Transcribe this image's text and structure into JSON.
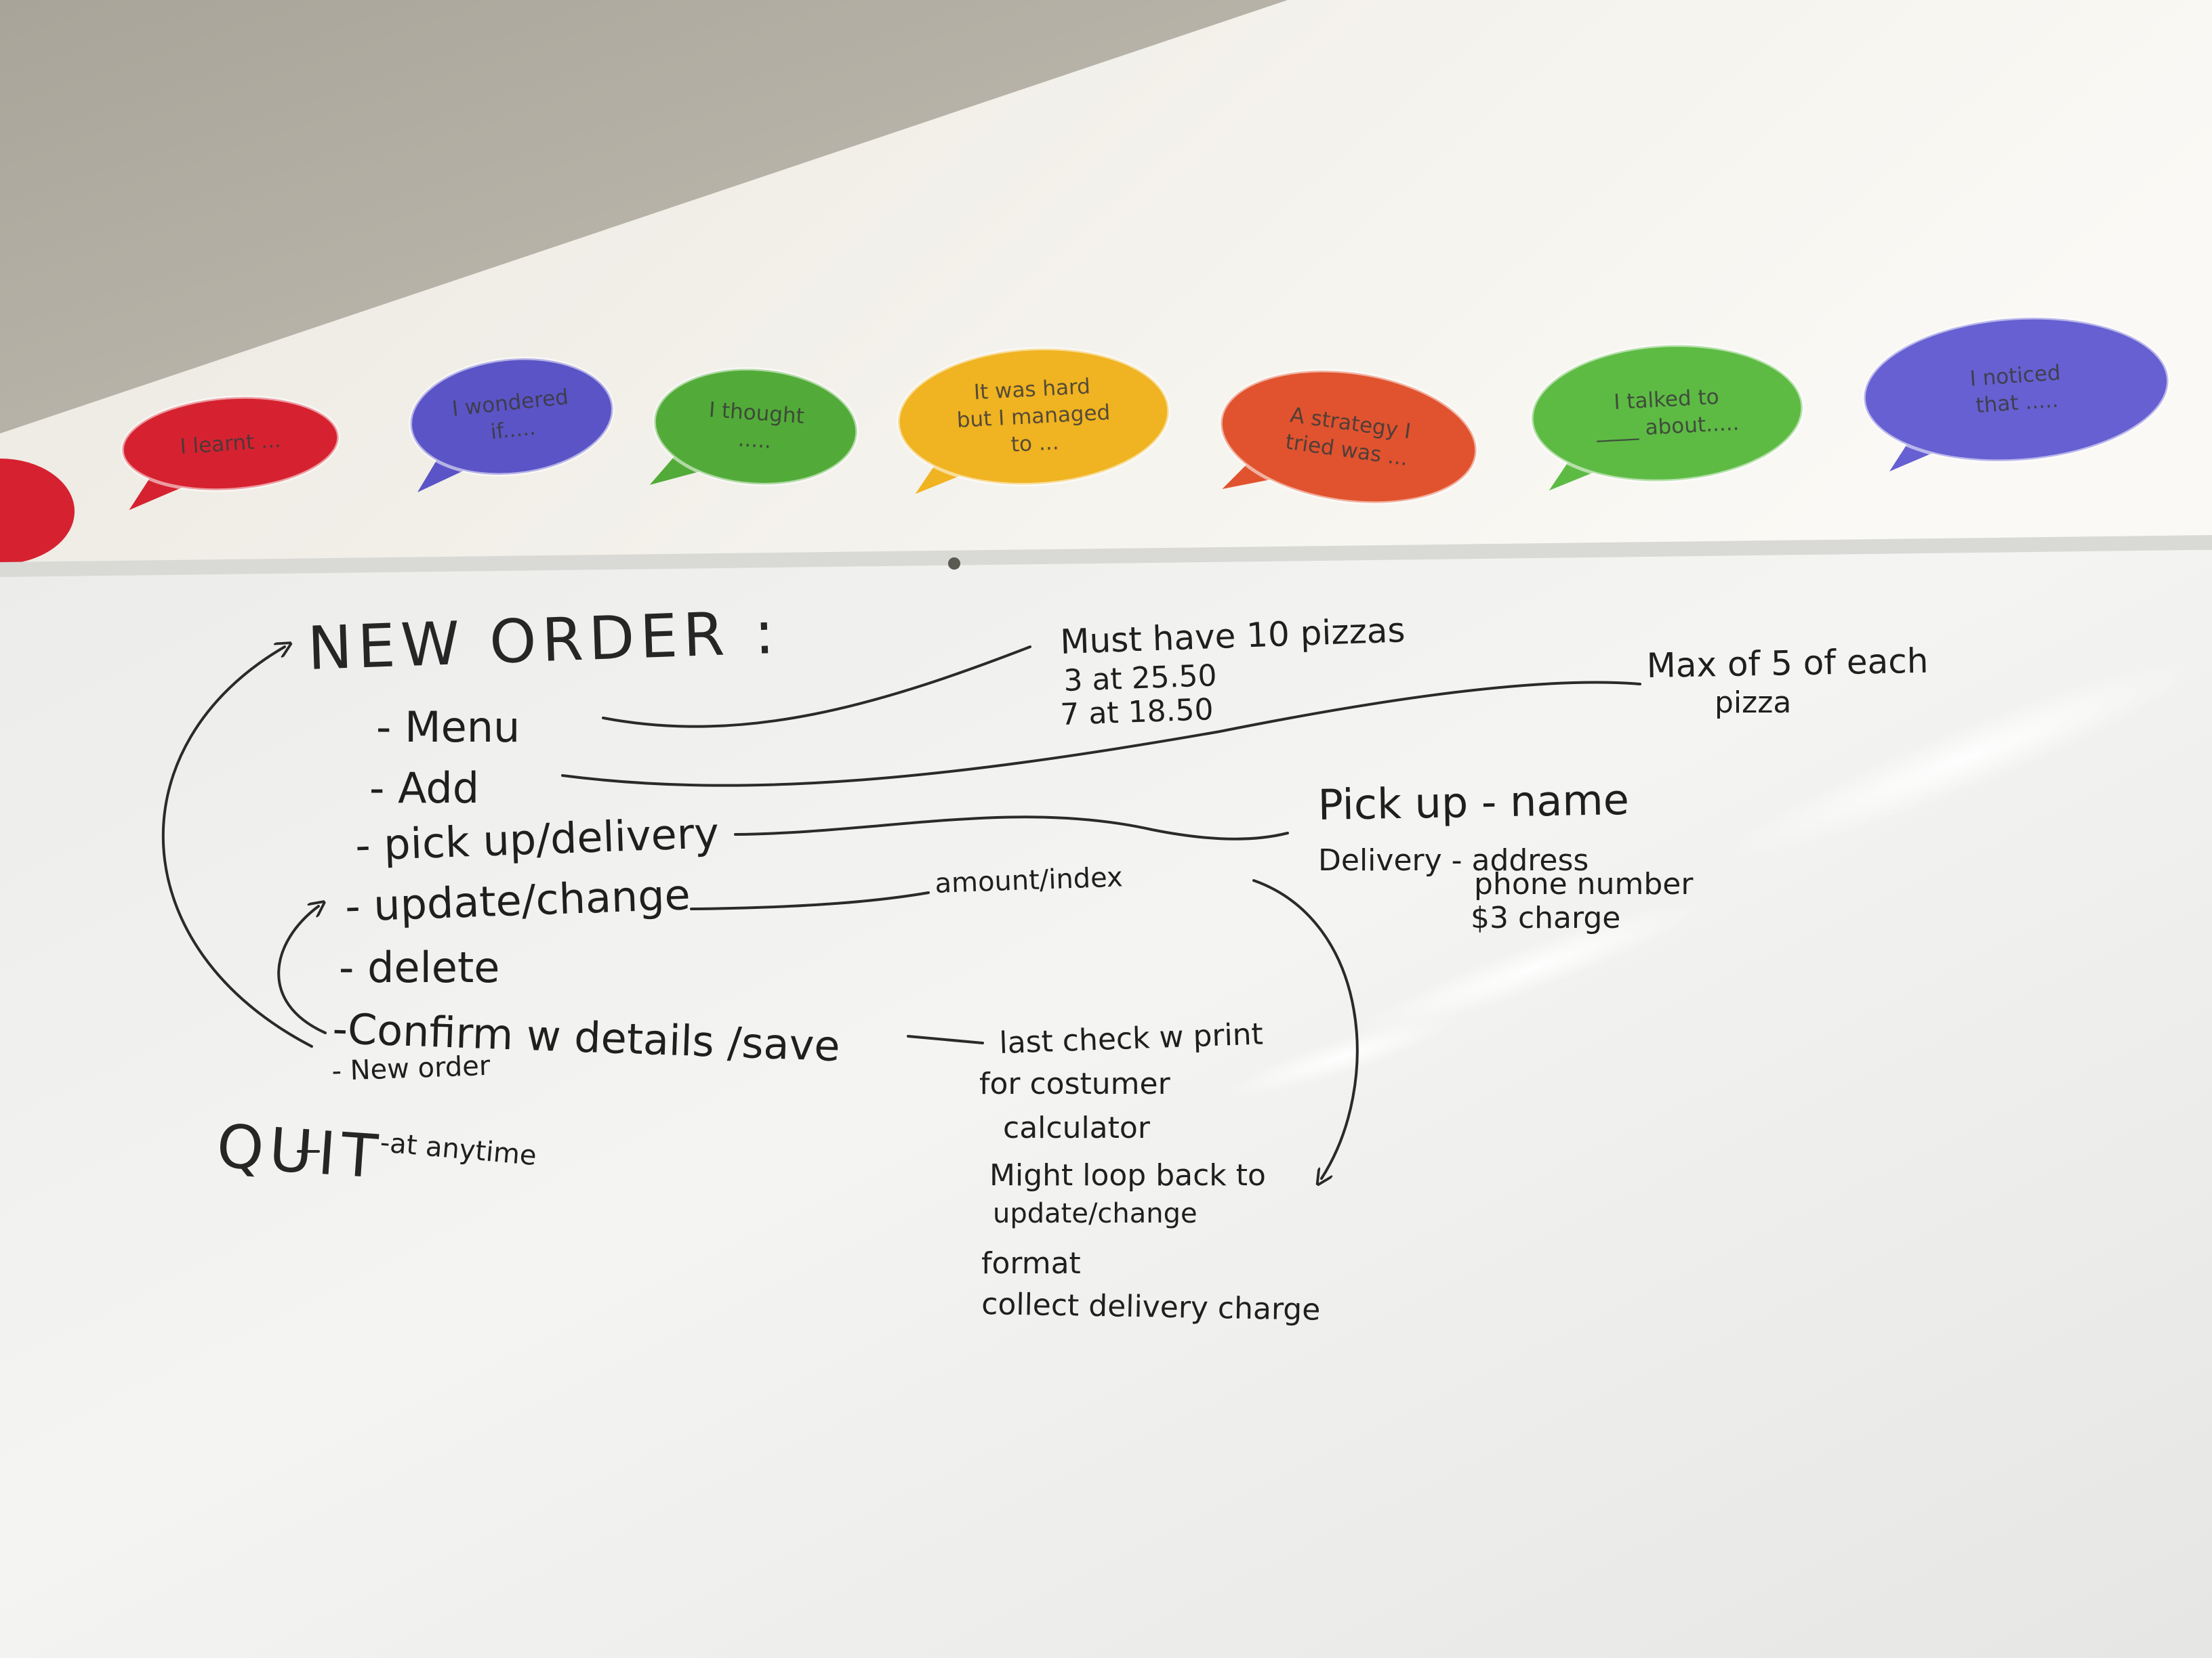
{
  "speech_bubbles": [
    {
      "text": "I learnt ...",
      "color": "#d62230"
    },
    {
      "text": "I wondered if.....",
      "color": "#5b54c7"
    },
    {
      "text": "I thought .....",
      "color": "#52ab38"
    },
    {
      "text": "It was hard but I managed to ...",
      "color": "#f0b321"
    },
    {
      "text": "A strategy I tried was ...",
      "color": "#e0532e"
    },
    {
      "text": "I talked to ____ about.....",
      "color": "#5dbb44"
    },
    {
      "text": "I noticed that .....",
      "color": "#6660d2"
    }
  ],
  "whiteboard": {
    "title": "NEW ORDER :",
    "steps": [
      "- Menu",
      "- Add",
      "- pick up/delivery",
      "- update/change",
      "- delete",
      "-Confirm w details /save",
      "- New order"
    ],
    "quit": "QUIT",
    "quit_note": "-at anytime",
    "menu_rule": [
      "Must have 10 pizzas",
      "3 at 25.50",
      "7 at 18.50"
    ],
    "add_rule": [
      "Max of 5 of each",
      "pizza"
    ],
    "pickup_note": "Pick up - name",
    "delivery_note": [
      "Delivery - address",
      "phone number",
      "$3 charge"
    ],
    "update_note": "amount/index",
    "confirm_notes": [
      "last check w print",
      "for costumer",
      "calculator",
      "Might loop back to",
      "update/change",
      "format",
      "collect delivery charge"
    ]
  },
  "colors": {
    "wall": "#f2f0ea",
    "ceiling": "#b9b5ab",
    "board": "#f5f5f3",
    "ink": "#1f1f1f"
  }
}
